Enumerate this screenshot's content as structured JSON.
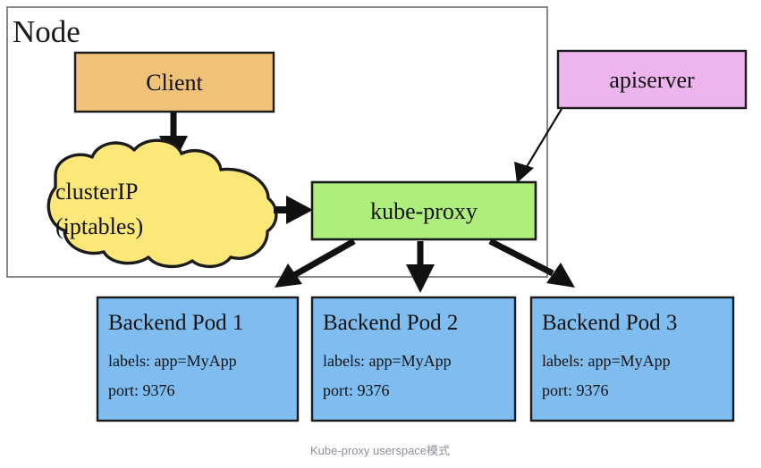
{
  "figure": {
    "caption": "Kube-proxy userspace模式"
  },
  "node_group": {
    "label": "Node",
    "border_color": "#6b6b6b"
  },
  "boxes": {
    "client": {
      "label": "Client",
      "fill": "#efc277",
      "stroke": "#1b1b1b"
    },
    "apiserver": {
      "label": "apiserver",
      "fill": "#eeb4ee",
      "stroke": "#1b1b1b"
    },
    "kube_proxy": {
      "label": "kube-proxy",
      "fill": "#adee7c",
      "stroke": "#1b1b1b"
    }
  },
  "cloud": {
    "line1": "clusterIP",
    "line2": "(iptables)",
    "fill": "#fce878",
    "stroke": "#1b1b1b"
  },
  "pods": {
    "fill": "#7fbdf0",
    "stroke": "#1b1b1b",
    "items": [
      {
        "title": "Backend Pod 1",
        "labels": "labels: app=MyApp",
        "port": "port: 9376"
      },
      {
        "title": "Backend Pod 2",
        "labels": "labels: app=MyApp",
        "port": "port: 9376"
      },
      {
        "title": "Backend Pod 3",
        "labels": "labels: app=MyApp",
        "port": "port: 9376"
      }
    ]
  },
  "arrows": {
    "client_to_clusterip": "client-to-clusterip",
    "clusterip_to_kubeproxy": "clusterip-to-kubeproxy",
    "apiserver_to_kubeproxy": "apiserver-to-kubeproxy",
    "kubeproxy_to_pod1": "kubeproxy-to-pod1",
    "kubeproxy_to_pod2": "kubeproxy-to-pod2",
    "kubeproxy_to_pod3": "kubeproxy-to-pod3"
  }
}
